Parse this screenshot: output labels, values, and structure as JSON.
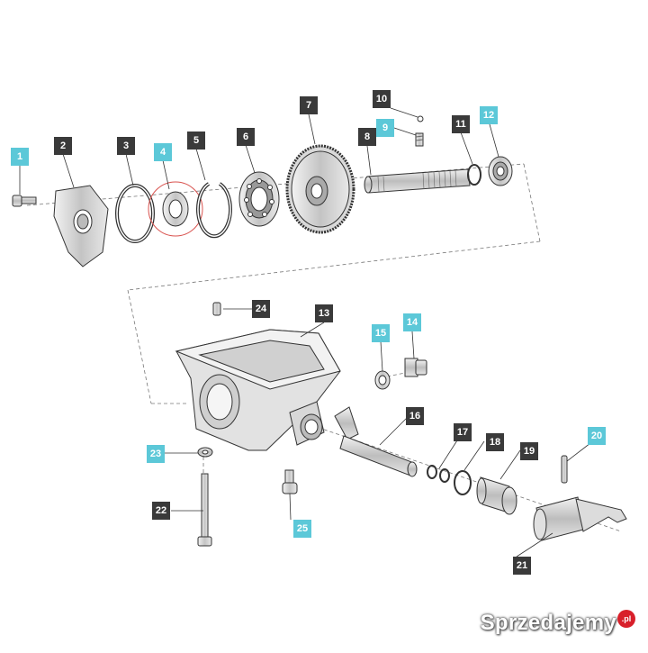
{
  "diagram": {
    "labels": [
      {
        "id": "1",
        "style": "cyan"
      },
      {
        "id": "2",
        "style": "dark"
      },
      {
        "id": "3",
        "style": "dark"
      },
      {
        "id": "4",
        "style": "cyan"
      },
      {
        "id": "5",
        "style": "dark"
      },
      {
        "id": "6",
        "style": "dark"
      },
      {
        "id": "7",
        "style": "dark"
      },
      {
        "id": "8",
        "style": "dark"
      },
      {
        "id": "9",
        "style": "cyan"
      },
      {
        "id": "10",
        "style": "dark"
      },
      {
        "id": "11",
        "style": "dark"
      },
      {
        "id": "12",
        "style": "cyan"
      },
      {
        "id": "13",
        "style": "dark"
      },
      {
        "id": "14",
        "style": "cyan"
      },
      {
        "id": "15",
        "style": "cyan"
      },
      {
        "id": "16",
        "style": "dark"
      },
      {
        "id": "17",
        "style": "dark"
      },
      {
        "id": "18",
        "style": "dark"
      },
      {
        "id": "19",
        "style": "dark"
      },
      {
        "id": "20",
        "style": "cyan"
      },
      {
        "id": "21",
        "style": "dark"
      },
      {
        "id": "22",
        "style": "dark"
      },
      {
        "id": "23",
        "style": "cyan"
      },
      {
        "id": "24",
        "style": "dark"
      },
      {
        "id": "25",
        "style": "cyan"
      }
    ],
    "colors": {
      "dark_label": "#3a3a3a",
      "cyan_label": "#5cc8d8",
      "line": "#333333",
      "highlight_ring": "#d9534f"
    }
  },
  "watermark": {
    "text": "Sprzedajemy",
    "suffix": ".pl"
  }
}
